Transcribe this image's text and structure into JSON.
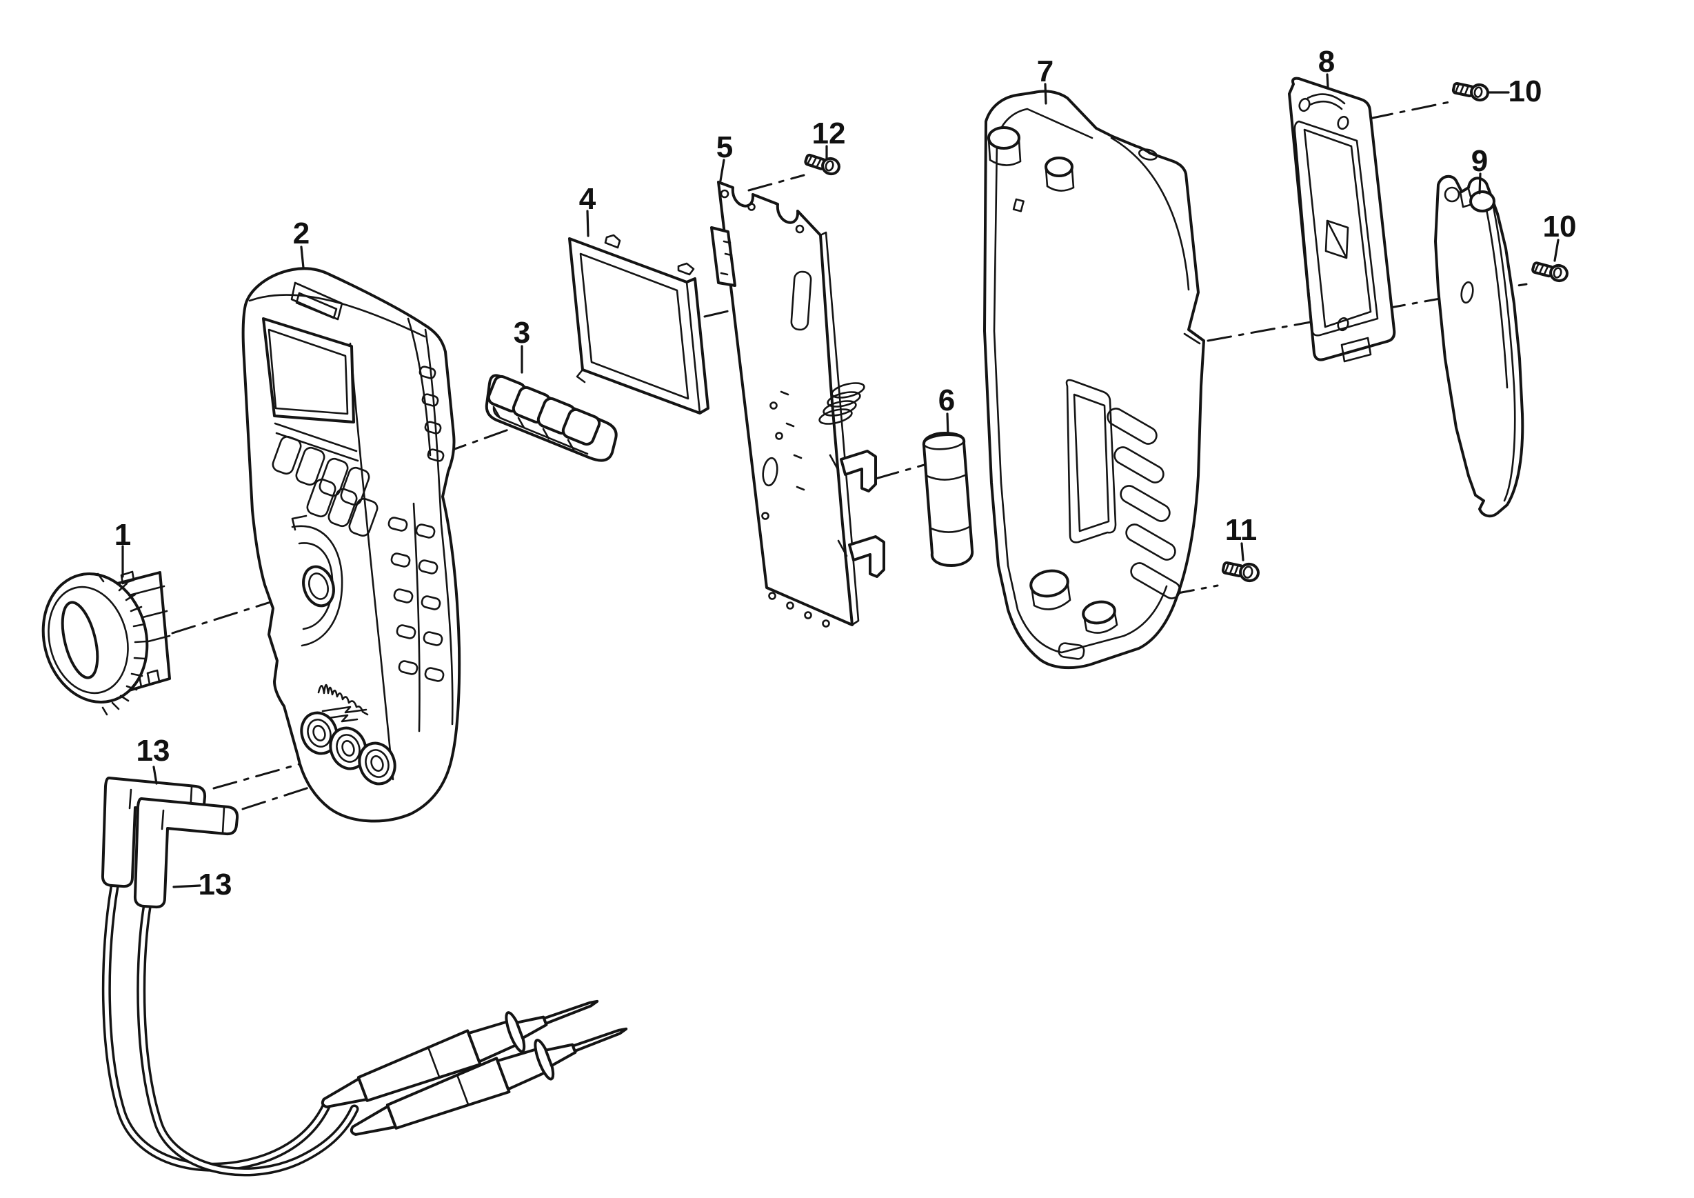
{
  "diagram": {
    "type": "exploded-parts-diagram",
    "background_color": "#ffffff",
    "line_color": "#141414",
    "label_color": "#111111",
    "icons": [
      {
        "name": "milwaukee-logo-scribble"
      }
    ],
    "labels": {
      "l1": "1",
      "l2": "2",
      "l3": "3",
      "l4": "4",
      "l5": "5",
      "l6": "6",
      "l7": "7",
      "l8": "8",
      "l9": "9",
      "l10a": "10",
      "l10b": "10",
      "l11": "11",
      "l12": "12",
      "l13a": "13",
      "l13b": "13"
    }
  }
}
